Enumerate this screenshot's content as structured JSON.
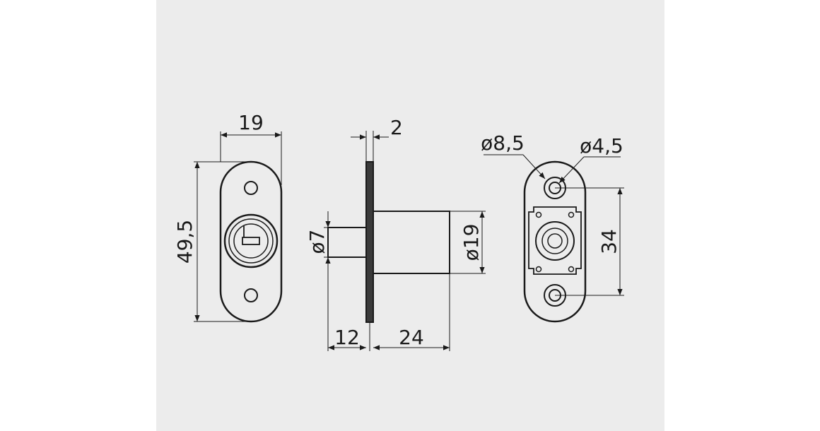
{
  "drawing": {
    "colors": {
      "background": "#ececec",
      "line": "#1a1a1a",
      "page": "#ffffff"
    },
    "front_view": {
      "width_label": "19",
      "height_label": "49,5"
    },
    "side_view": {
      "plate_thickness_label": "2",
      "pin_diameter_label": "ø7",
      "body_diameter_label": "ø19",
      "pin_length_label": "12",
      "body_length_label": "24"
    },
    "back_view": {
      "hole_large_label": "ø8,5",
      "hole_small_label": "ø4,5",
      "hole_spacing_label": "34"
    }
  }
}
